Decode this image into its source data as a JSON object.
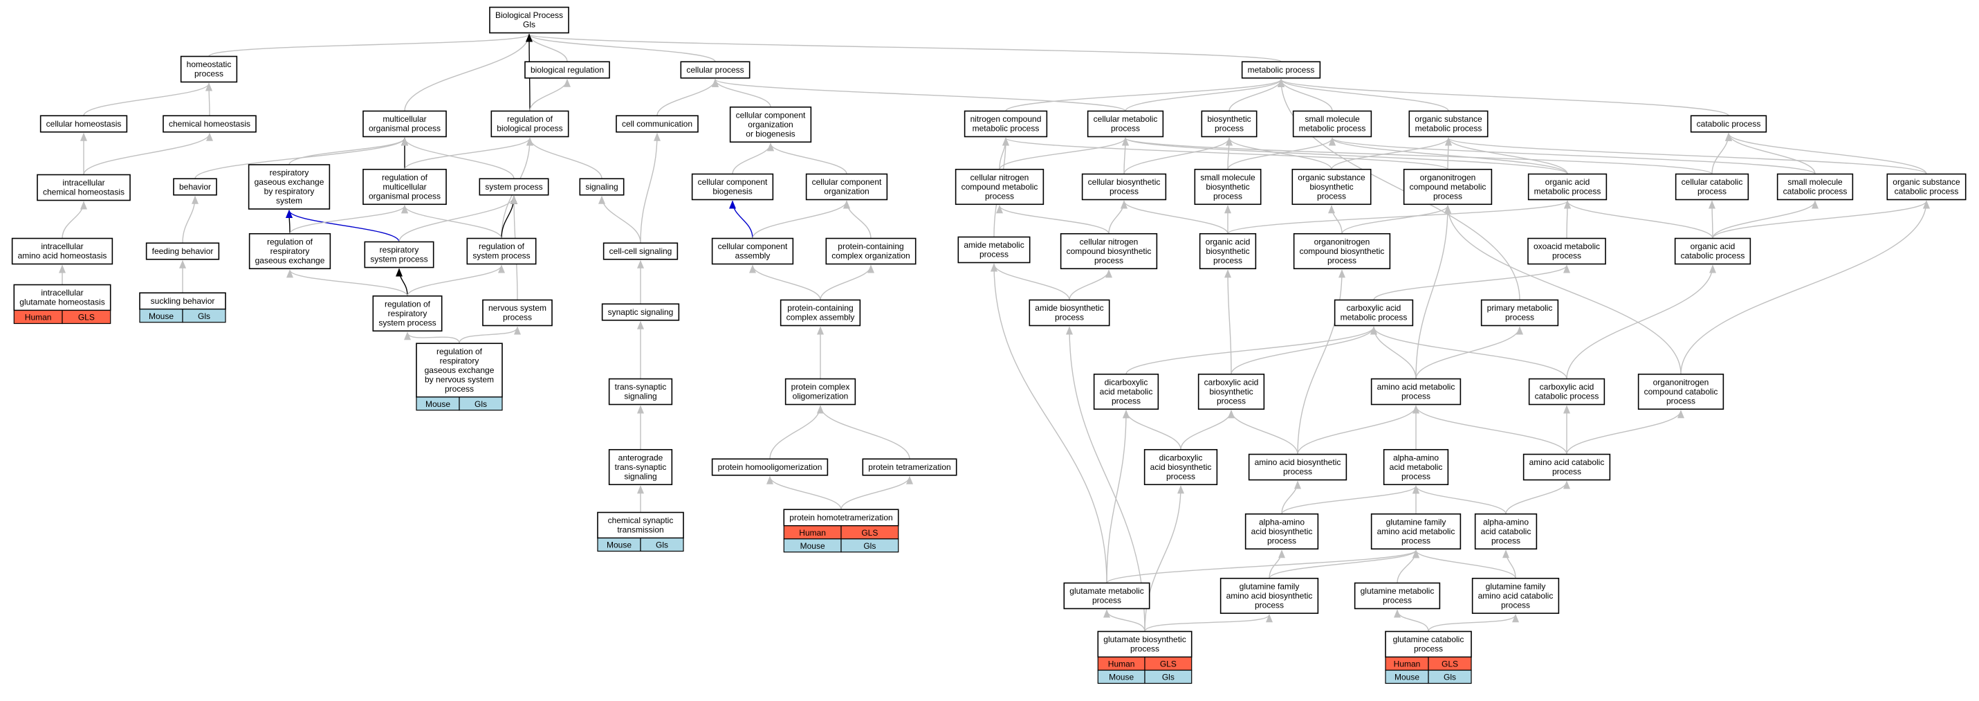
{
  "colors": {
    "edge_default": "#c0c0c0",
    "edge_highlight_black": "#000000",
    "edge_highlight_blue": "#0000cc",
    "human": "#ff6347",
    "mouse": "#add8e6"
  },
  "annotation_labels": {
    "human": "Human",
    "mouse": "Mouse",
    "human_gene": "GLS",
    "mouse_gene": "Gls"
  },
  "nodes": [
    {
      "id": "bp",
      "lines": [
        "Biological Process",
        "Gls"
      ]
    },
    {
      "id": "homeostatic",
      "lines": [
        "homeostatic",
        "process"
      ]
    },
    {
      "id": "bioreg",
      "lines": [
        "biological regulation"
      ]
    },
    {
      "id": "cellproc",
      "lines": [
        "cellular process"
      ]
    },
    {
      "id": "metab",
      "lines": [
        "metabolic process"
      ]
    },
    {
      "id": "cellhomeo",
      "lines": [
        "cellular homeostasis"
      ]
    },
    {
      "id": "chemhomeo",
      "lines": [
        "chemical homeostasis"
      ]
    },
    {
      "id": "multiorg",
      "lines": [
        "multicellular",
        "organismal process"
      ]
    },
    {
      "id": "regbio",
      "lines": [
        "regulation of",
        "biological process"
      ]
    },
    {
      "id": "cellcomm",
      "lines": [
        "cell communication"
      ]
    },
    {
      "id": "ccorg",
      "lines": [
        "cellular component",
        "organization",
        "or biogenesis"
      ]
    },
    {
      "id": "nitrocmp",
      "lines": [
        "nitrogen compound",
        "metabolic process"
      ]
    },
    {
      "id": "cellmet",
      "lines": [
        "cellular metabolic",
        "process"
      ]
    },
    {
      "id": "biosyn",
      "lines": [
        "biosynthetic",
        "process"
      ]
    },
    {
      "id": "smallmol",
      "lines": [
        "small molecule",
        "metabolic process"
      ]
    },
    {
      "id": "orgsub",
      "lines": [
        "organic substance",
        "metabolic process"
      ]
    },
    {
      "id": "catab",
      "lines": [
        "catabolic process"
      ]
    },
    {
      "id": "intrachem",
      "lines": [
        "intracellular",
        "chemical homeostasis"
      ]
    },
    {
      "id": "behavior",
      "lines": [
        "behavior"
      ]
    },
    {
      "id": "respgas",
      "lines": [
        "respiratory",
        "gaseous exchange",
        "by respiratory",
        "system"
      ]
    },
    {
      "id": "regmulti",
      "lines": [
        "regulation of",
        "multicellular",
        "organismal process"
      ]
    },
    {
      "id": "sysproc",
      "lines": [
        "system process"
      ]
    },
    {
      "id": "signaling",
      "lines": [
        "signaling"
      ]
    },
    {
      "id": "ccbio",
      "lines": [
        "cellular component",
        "biogenesis"
      ]
    },
    {
      "id": "ccorg2",
      "lines": [
        "cellular component",
        "organization"
      ]
    },
    {
      "id": "cellnitro",
      "lines": [
        "cellular nitrogen",
        "compound metabolic",
        "process"
      ]
    },
    {
      "id": "cellbiosyn",
      "lines": [
        "cellular biosynthetic",
        "process"
      ]
    },
    {
      "id": "smbiosyn",
      "lines": [
        "small molecule",
        "biosynthetic",
        "process"
      ]
    },
    {
      "id": "orgsubbio",
      "lines": [
        "organic substance",
        "biosynthetic",
        "process"
      ]
    },
    {
      "id": "orgnitro",
      "lines": [
        "organonitrogen",
        "compound metabolic",
        "process"
      ]
    },
    {
      "id": "orgacid",
      "lines": [
        "organic acid",
        "metabolic process"
      ]
    },
    {
      "id": "cellcat",
      "lines": [
        "cellular catabolic",
        "process"
      ]
    },
    {
      "id": "smcat",
      "lines": [
        "small molecule",
        "catabolic process"
      ]
    },
    {
      "id": "orgsubcat",
      "lines": [
        "organic substance",
        "catabolic process"
      ]
    },
    {
      "id": "intraaa",
      "lines": [
        "intracellular",
        "amino acid homeostasis"
      ]
    },
    {
      "id": "feeding",
      "lines": [
        "feeding behavior"
      ]
    },
    {
      "id": "regresp",
      "lines": [
        "regulation of",
        "respiratory",
        "gaseous exchange"
      ]
    },
    {
      "id": "respsys",
      "lines": [
        "respiratory",
        "system process"
      ]
    },
    {
      "id": "regsys",
      "lines": [
        "regulation of",
        "system process"
      ]
    },
    {
      "id": "cellcell",
      "lines": [
        "cell-cell signaling"
      ]
    },
    {
      "id": "ccassem",
      "lines": [
        "cellular component",
        "assembly"
      ]
    },
    {
      "id": "protcomplex",
      "lines": [
        "protein-containing",
        "complex organization"
      ]
    },
    {
      "id": "amide",
      "lines": [
        "amide metabolic",
        "process"
      ]
    },
    {
      "id": "cellnitrobio",
      "lines": [
        "cellular nitrogen",
        "compound biosynthetic",
        "process"
      ]
    },
    {
      "id": "oabiosyn",
      "lines": [
        "organic acid",
        "biosynthetic",
        "process"
      ]
    },
    {
      "id": "onbiosyn",
      "lines": [
        "organonitrogen",
        "compound biosynthetic",
        "process"
      ]
    },
    {
      "id": "oxoacid",
      "lines": [
        "oxoacid metabolic",
        "process"
      ]
    },
    {
      "id": "oacat",
      "lines": [
        "organic acid",
        "catabolic process"
      ]
    },
    {
      "id": "intraglut",
      "lines": [
        "intracellular",
        "glutamate homeostasis"
      ],
      "anno": [
        "human"
      ]
    },
    {
      "id": "suckling",
      "lines": [
        "suckling behavior"
      ],
      "anno": [
        "mouse"
      ]
    },
    {
      "id": "regrespsys",
      "lines": [
        "regulation of",
        "respiratory",
        "system process"
      ]
    },
    {
      "id": "nervous",
      "lines": [
        "nervous system",
        "process"
      ]
    },
    {
      "id": "synsig",
      "lines": [
        "synaptic signaling"
      ]
    },
    {
      "id": "protassem",
      "lines": [
        "protein-containing",
        "complex assembly"
      ]
    },
    {
      "id": "amidebio",
      "lines": [
        "amide biosynthetic",
        "process"
      ]
    },
    {
      "id": "carbox",
      "lines": [
        "carboxylic acid",
        "metabolic process"
      ]
    },
    {
      "id": "primary",
      "lines": [
        "primary metabolic",
        "process"
      ]
    },
    {
      "id": "regrespnerv",
      "lines": [
        "regulation of",
        "respiratory",
        "gaseous exchange",
        "by nervous system",
        "process"
      ],
      "anno": [
        "mouse"
      ]
    },
    {
      "id": "transsyn",
      "lines": [
        "trans-synaptic",
        "signaling"
      ]
    },
    {
      "id": "protolig",
      "lines": [
        "protein complex",
        "oligomerization"
      ]
    },
    {
      "id": "dicarb",
      "lines": [
        "dicarboxylic",
        "acid metabolic",
        "process"
      ]
    },
    {
      "id": "cabiosyn",
      "lines": [
        "carboxylic acid",
        "biosynthetic",
        "process"
      ]
    },
    {
      "id": "aamet",
      "lines": [
        "amino acid metabolic",
        "process"
      ]
    },
    {
      "id": "cacat",
      "lines": [
        "carboxylic acid",
        "catabolic process"
      ]
    },
    {
      "id": "oncat",
      "lines": [
        "organonitrogen",
        "compound catabolic",
        "process"
      ]
    },
    {
      "id": "antero",
      "lines": [
        "anterograde",
        "trans-synaptic",
        "signaling"
      ]
    },
    {
      "id": "homoolig",
      "lines": [
        "protein homooligomerization"
      ]
    },
    {
      "id": "tetramer",
      "lines": [
        "protein tetramerization"
      ]
    },
    {
      "id": "dicarbbio",
      "lines": [
        "dicarboxylic",
        "acid biosynthetic",
        "process"
      ]
    },
    {
      "id": "aabiosyn",
      "lines": [
        "amino acid biosynthetic",
        "process"
      ]
    },
    {
      "id": "alphaaa",
      "lines": [
        "alpha-amino",
        "acid metabolic",
        "process"
      ]
    },
    {
      "id": "aacat",
      "lines": [
        "amino acid catabolic",
        "process"
      ]
    },
    {
      "id": "chemsyn",
      "lines": [
        "chemical synaptic",
        "transmission"
      ],
      "anno": [
        "mouse"
      ]
    },
    {
      "id": "homotri",
      "lines": [
        "protein homotetramerization"
      ],
      "anno": [
        "human",
        "mouse"
      ]
    },
    {
      "id": "alphabio",
      "lines": [
        "alpha-amino",
        "acid biosynthetic",
        "process"
      ]
    },
    {
      "id": "glnfam",
      "lines": [
        "glutamine family",
        "amino acid metabolic",
        "process"
      ]
    },
    {
      "id": "alphacat",
      "lines": [
        "alpha-amino",
        "acid catabolic",
        "process"
      ]
    },
    {
      "id": "glutmet",
      "lines": [
        "glutamate metabolic",
        "process"
      ]
    },
    {
      "id": "glnfambio",
      "lines": [
        "glutamine family",
        "amino acid biosynthetic",
        "process"
      ]
    },
    {
      "id": "glnmet",
      "lines": [
        "glutamine metabolic",
        "process"
      ]
    },
    {
      "id": "glnfamcat",
      "lines": [
        "glutamine family",
        "amino acid catabolic",
        "process"
      ]
    },
    {
      "id": "glutbio",
      "lines": [
        "glutamate biosynthetic",
        "process"
      ],
      "anno": [
        "human",
        "mouse"
      ]
    },
    {
      "id": "glncat",
      "lines": [
        "glutamine catabolic",
        "process"
      ],
      "anno": [
        "human",
        "mouse"
      ]
    }
  ],
  "edges": [
    [
      "homeostatic",
      "bp"
    ],
    [
      "bioreg",
      "bp"
    ],
    [
      "cellproc",
      "bp"
    ],
    [
      "metab",
      "bp"
    ],
    [
      "multiorg",
      "bp"
    ],
    [
      "regbio",
      "bp",
      "black"
    ],
    [
      "regbio",
      "bioreg"
    ],
    [
      "cellhomeo",
      "homeostatic"
    ],
    [
      "chemhomeo",
      "homeostatic"
    ],
    [
      "intrachem",
      "cellhomeo"
    ],
    [
      "intrachem",
      "chemhomeo"
    ],
    [
      "intraaa",
      "intrachem"
    ],
    [
      "intraglut",
      "intraaa"
    ],
    [
      "cellcomm",
      "cellproc"
    ],
    [
      "ccorg",
      "cellproc"
    ],
    [
      "cellmet",
      "cellproc"
    ],
    [
      "nitrocmp",
      "metab"
    ],
    [
      "cellmet",
      "metab"
    ],
    [
      "biosyn",
      "metab"
    ],
    [
      "smallmol",
      "metab"
    ],
    [
      "orgsub",
      "metab"
    ],
    [
      "catab",
      "metab"
    ],
    [
      "primary",
      "metab"
    ],
    [
      "behavior",
      "multiorg"
    ],
    [
      "respgas",
      "multiorg"
    ],
    [
      "regmulti",
      "multiorg",
      "black"
    ],
    [
      "sysproc",
      "multiorg"
    ],
    [
      "regmulti",
      "regbio"
    ],
    [
      "regsys",
      "regbio"
    ],
    [
      "signaling",
      "regbio"
    ],
    [
      "feeding",
      "behavior"
    ],
    [
      "suckling",
      "feeding"
    ],
    [
      "regresp",
      "respgas",
      "black"
    ],
    [
      "respsys",
      "respgas",
      "blue"
    ],
    [
      "respsys",
      "sysproc"
    ],
    [
      "regsys",
      "sysproc",
      "black"
    ],
    [
      "regsys",
      "regmulti"
    ],
    [
      "regresp",
      "regmulti"
    ],
    [
      "regrespsys",
      "respsys",
      "black"
    ],
    [
      "regrespsys",
      "regsys"
    ],
    [
      "regrespsys",
      "regresp"
    ],
    [
      "regrespnerv",
      "regrespsys"
    ],
    [
      "regrespnerv",
      "nervous"
    ],
    [
      "nervous",
      "sysproc"
    ],
    [
      "cellcell",
      "signaling"
    ],
    [
      "cellcell",
      "cellcomm"
    ],
    [
      "synsig",
      "cellcell"
    ],
    [
      "transsyn",
      "synsig"
    ],
    [
      "antero",
      "transsyn"
    ],
    [
      "chemsyn",
      "antero"
    ],
    [
      "ccbio",
      "ccorg"
    ],
    [
      "ccorg2",
      "ccorg"
    ],
    [
      "ccassem",
      "ccbio",
      "blue"
    ],
    [
      "ccassem",
      "ccorg2"
    ],
    [
      "protcomplex",
      "ccorg2"
    ],
    [
      "protassem",
      "ccassem"
    ],
    [
      "protassem",
      "protcomplex"
    ],
    [
      "protolig",
      "protassem"
    ],
    [
      "homoolig",
      "protolig"
    ],
    [
      "tetramer",
      "protolig"
    ],
    [
      "homotri",
      "homoolig"
    ],
    [
      "homotri",
      "tetramer"
    ],
    [
      "cellnitro",
      "nitrocmp"
    ],
    [
      "cellnitro",
      "cellmet"
    ],
    [
      "cellbiosyn",
      "cellmet"
    ],
    [
      "cellbiosyn",
      "biosyn"
    ],
    [
      "smbiosyn",
      "biosyn"
    ],
    [
      "smbiosyn",
      "smallmol"
    ],
    [
      "orgsubbio",
      "biosyn"
    ],
    [
      "orgsubbio",
      "orgsub"
    ],
    [
      "orgnitro",
      "orgsub"
    ],
    [
      "orgnitro",
      "nitrocmp"
    ],
    [
      "orgacid",
      "smallmol"
    ],
    [
      "orgacid",
      "orgsub"
    ],
    [
      "orgacid",
      "cellmet"
    ],
    [
      "cellcat",
      "catab"
    ],
    [
      "cellcat",
      "cellmet"
    ],
    [
      "smcat",
      "catab"
    ],
    [
      "smcat",
      "smallmol"
    ],
    [
      "orgsubcat",
      "catab"
    ],
    [
      "orgsubcat",
      "orgsub"
    ],
    [
      "amide",
      "nitrocmp"
    ],
    [
      "amidebio",
      "amide"
    ],
    [
      "amidebio",
      "cellnitrobio"
    ],
    [
      "cellnitrobio",
      "cellnitro"
    ],
    [
      "cellnitrobio",
      "cellbiosyn"
    ],
    [
      "oabiosyn",
      "orgacid"
    ],
    [
      "oabiosyn",
      "smbiosyn"
    ],
    [
      "oabiosyn",
      "cellbiosyn"
    ],
    [
      "onbiosyn",
      "orgnitro"
    ],
    [
      "onbiosyn",
      "orgsubbio"
    ],
    [
      "oxoacid",
      "orgacid"
    ],
    [
      "oacat",
      "orgacid"
    ],
    [
      "oacat",
      "smcat"
    ],
    [
      "oacat",
      "cellcat"
    ],
    [
      "oacat",
      "orgsubcat"
    ],
    [
      "carbox",
      "oxoacid"
    ],
    [
      "dicarb",
      "carbox"
    ],
    [
      "cabiosyn",
      "carbox"
    ],
    [
      "cabiosyn",
      "oabiosyn"
    ],
    [
      "aamet",
      "carbox"
    ],
    [
      "aamet",
      "orgnitro"
    ],
    [
      "aamet",
      "primary"
    ],
    [
      "cacat",
      "carbox"
    ],
    [
      "cacat",
      "oacat"
    ],
    [
      "oncat",
      "orgnitro"
    ],
    [
      "oncat",
      "orgsubcat"
    ],
    [
      "dicarbbio",
      "dicarb"
    ],
    [
      "dicarbbio",
      "cabiosyn"
    ],
    [
      "aabiosyn",
      "aamet"
    ],
    [
      "aabiosyn",
      "cabiosyn"
    ],
    [
      "aabiosyn",
      "onbiosyn"
    ],
    [
      "alphaaa",
      "aamet"
    ],
    [
      "aacat",
      "aamet"
    ],
    [
      "aacat",
      "cacat"
    ],
    [
      "aacat",
      "oncat"
    ],
    [
      "alphabio",
      "alphaaa"
    ],
    [
      "alphabio",
      "aabiosyn"
    ],
    [
      "glnfam",
      "alphaaa"
    ],
    [
      "alphacat",
      "alphaaa"
    ],
    [
      "alphacat",
      "aacat"
    ],
    [
      "glutmet",
      "dicarb"
    ],
    [
      "glutmet",
      "glnfam"
    ],
    [
      "glutmet",
      "amide"
    ],
    [
      "glnfambio",
      "glnfam"
    ],
    [
      "glnfambio",
      "alphabio"
    ],
    [
      "glnmet",
      "glnfam"
    ],
    [
      "glnfamcat",
      "glnfam"
    ],
    [
      "glnfamcat",
      "alphacat"
    ],
    [
      "glutbio",
      "glutmet"
    ],
    [
      "glutbio",
      "glnfambio"
    ],
    [
      "glutbio",
      "dicarbbio"
    ],
    [
      "glutbio",
      "amidebio"
    ],
    [
      "glncat",
      "glnmet"
    ],
    [
      "glncat",
      "glnfamcat"
    ]
  ]
}
